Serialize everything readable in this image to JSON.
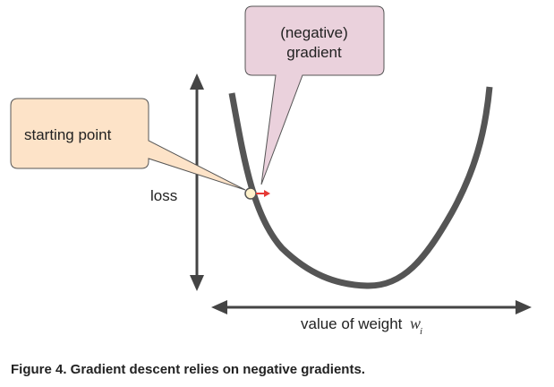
{
  "diagram": {
    "callouts": {
      "starting_point": {
        "label": "starting point",
        "fill": "#fde3c8",
        "stroke": "#555555"
      },
      "negative_gradient": {
        "line1": "(negative)",
        "line2": "gradient",
        "fill": "#ead1dc",
        "stroke": "#555555"
      }
    },
    "y_axis_label": "loss",
    "x_axis_label": "value of weight",
    "x_axis_symbol": "w",
    "x_axis_subscript": "i",
    "colors": {
      "curve": "#555555",
      "axes": "#444444",
      "start_point_fill": "#fff2cc",
      "gradient_arrow": "#e53935"
    }
  },
  "caption": "Figure 4. Gradient descent relies on negative gradients."
}
